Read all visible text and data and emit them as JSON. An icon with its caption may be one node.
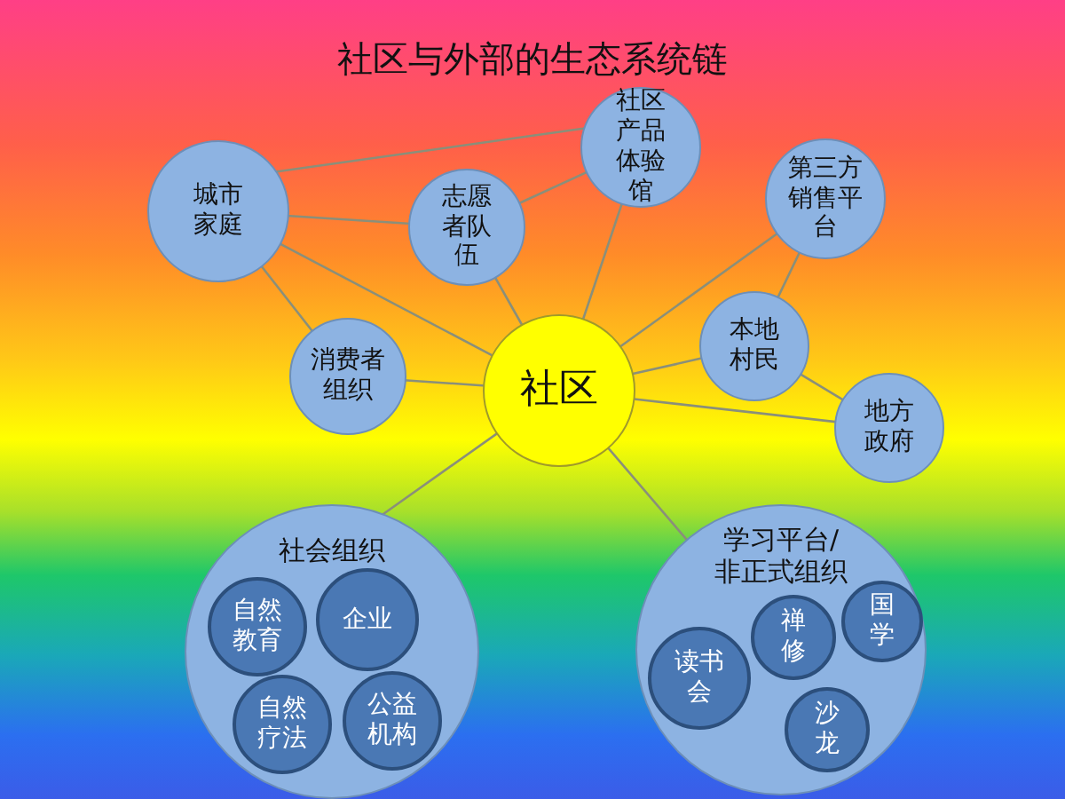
{
  "diagram": {
    "title": "社区与外部的生态系统链",
    "nodes": [
      {
        "text": [
          "城市家庭"
        ]
      },
      {
        "text": [
          "志愿者队伍"
        ]
      },
      {
        "text": [
          "社区产品体验馆"
        ]
      },
      {
        "text": [
          "第三方销售平台"
        ]
      },
      {
        "text": [
          "消费者组织"
        ]
      },
      {
        "text": [
          "社区"
        ]
      },
      {
        "text": [
          "本地村民"
        ]
      },
      {
        "text": [
          "地方政府"
        ]
      },
      {
        "text": [
          "社会组织"
        ]
      },
      {
        "text": [
          "自然教育"
        ],
        "in": 8
      },
      {
        "text": [
          "企业"
        ],
        "in": 8
      },
      {
        "text": [
          "自然疗法"
        ],
        "in": 8
      },
      {
        "text": [
          "公益机构"
        ],
        "in": 8
      },
      {
        "text": [
          "学习平台/非正式组织"
        ]
      },
      {
        "text": [
          "读书会"
        ],
        "in": 13
      },
      {
        "text": [
          "禅修"
        ],
        "in": 13
      },
      {
        "text": [
          "国学"
        ],
        "in": 13
      },
      {
        "text": [
          "沙龙"
        ],
        "in": 13
      }
    ],
    "edges": [
      {
        "from": 0,
        "to": 2,
        "arrow": "none"
      },
      {
        "from": 0,
        "to": 1,
        "arrow": "none"
      },
      {
        "from": 1,
        "to": 2,
        "arrow": "none"
      },
      {
        "from": 0,
        "to": 5,
        "arrow": "none"
      },
      {
        "from": 0,
        "to": 4,
        "arrow": "none"
      },
      {
        "from": 1,
        "to": 5,
        "arrow": "none"
      },
      {
        "from": 2,
        "to": 5,
        "arrow": "none"
      },
      {
        "from": 3,
        "to": 5,
        "arrow": "none"
      },
      {
        "from": 3,
        "to": 6,
        "arrow": "none"
      },
      {
        "from": 6,
        "to": 5,
        "arrow": "none"
      },
      {
        "from": 6,
        "to": 7,
        "arrow": "none"
      },
      {
        "from": 7,
        "to": 5,
        "arrow": "none"
      },
      {
        "from": 4,
        "to": 5,
        "arrow": "none"
      },
      {
        "from": 5,
        "to": 8,
        "arrow": "none"
      },
      {
        "from": 5,
        "to": 13,
        "arrow": "none"
      }
    ]
  }
}
